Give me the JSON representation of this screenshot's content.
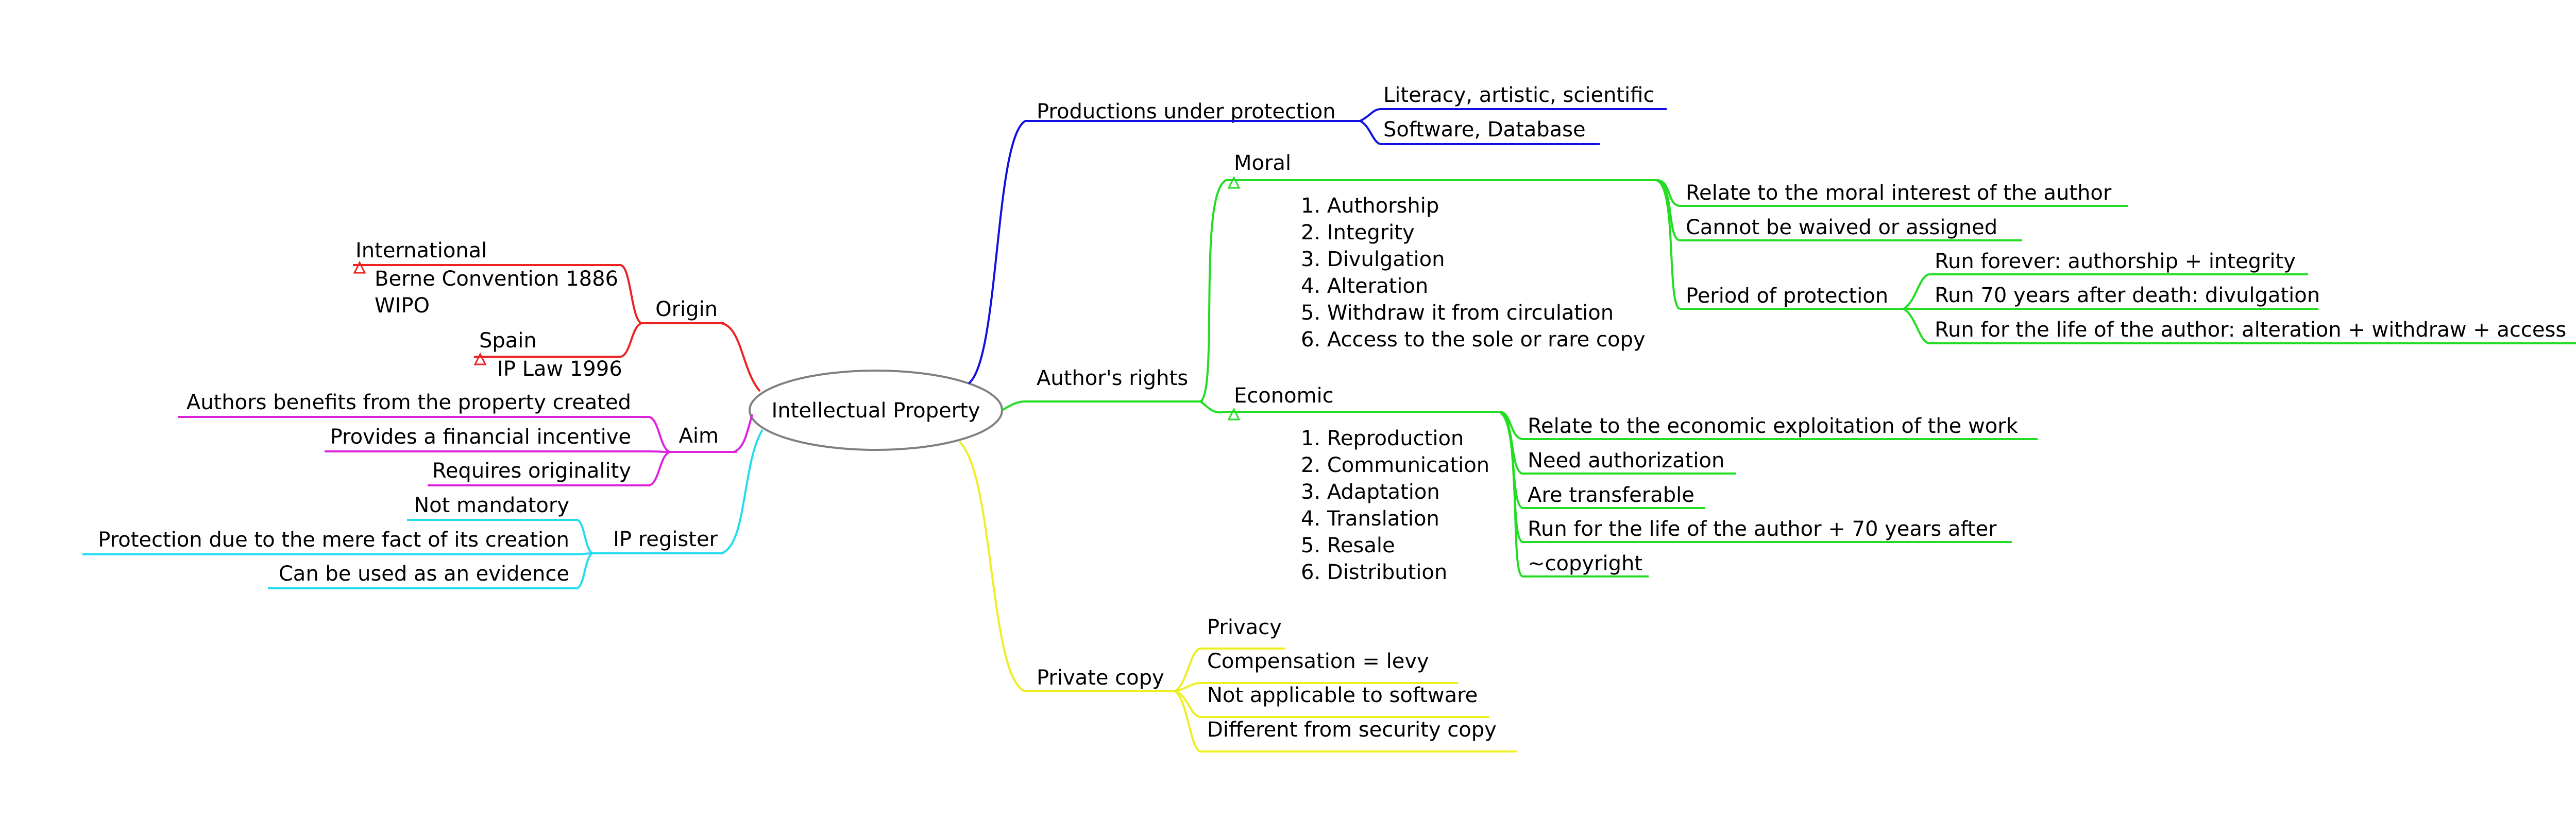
{
  "root": {
    "label": "Intellectual Property"
  },
  "colors": {
    "root_outline": "#808080",
    "productions": "#1010e0",
    "authors_rights": "#22dd22",
    "private_copy": "#eeee22",
    "origin": "#ee2222",
    "aim": "#dd22dd",
    "ip_register": "#22ddee"
  },
  "productions": {
    "label": "Productions under protection",
    "children": [
      "Literacy, artistic, scientific",
      "Software, Database"
    ]
  },
  "authors_rights": {
    "label": "Author's rights",
    "moral": {
      "label": "Moral",
      "note": [
        "1. Authorship",
        "2. Integrity",
        "3. Divulgation",
        "4. Alteration",
        "5. Withdraw it from circulation",
        "6. Access to the sole or rare copy"
      ],
      "children": [
        "Relate to the moral interest of the author",
        "Cannot be waived or assigned"
      ],
      "period": {
        "label": "Period of protection",
        "children": [
          "Run forever: authorship + integrity",
          "Run 70 years after death: divulgation",
          "Run for the life of the author: alteration + withdraw + access"
        ]
      }
    },
    "economic": {
      "label": "Economic",
      "note": [
        "1. Reproduction",
        "2. Communication",
        "3. Adaptation",
        "4. Translation",
        "5. Resale",
        "6. Distribution"
      ],
      "children": [
        "Relate to the economic exploitation of the work",
        "Need authorization",
        "Are transferable",
        "Run for the life of the author + 70 years after",
        "~copyright"
      ]
    }
  },
  "private_copy": {
    "label": "Private copy",
    "children": [
      "Privacy",
      "Compensation = levy",
      "Not applicable to software",
      "Different from security copy"
    ]
  },
  "origin": {
    "label": "Origin",
    "international": {
      "label": "International",
      "note": [
        "Berne Convention 1886",
        "WIPO"
      ]
    },
    "spain": {
      "label": "Spain",
      "note": [
        "IP Law 1996"
      ]
    }
  },
  "aim": {
    "label": "Aim",
    "children": [
      "Authors benefits from the property created",
      "Provides a financial incentive",
      "Requires originality"
    ]
  },
  "ip_register": {
    "label": "IP register",
    "children": [
      "Not mandatory",
      "Protection due to the mere fact of its creation",
      "Can be used as an evidence"
    ]
  }
}
